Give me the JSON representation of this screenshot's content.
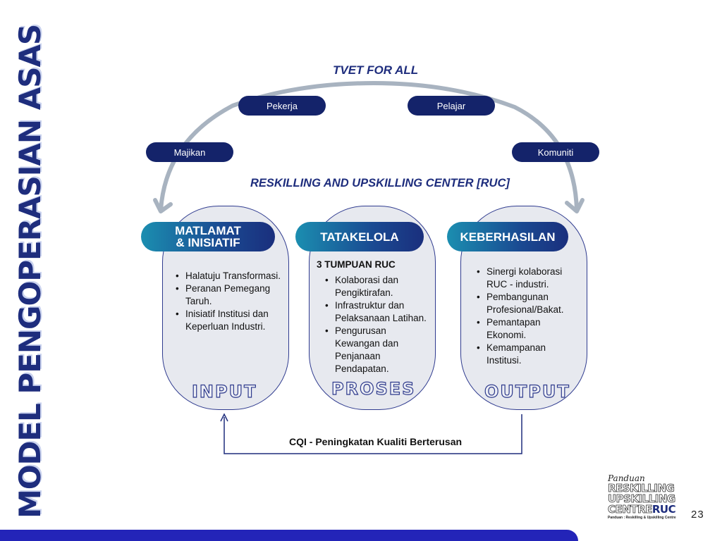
{
  "title": "MODEL PENGOPERASIAN ASAS",
  "tvet": "TVET FOR ALL",
  "stakeholders": [
    "Pekerja",
    "Pelajar",
    "Majikan",
    "Komuniti"
  ],
  "ruc_title": "RESKILLING AND UPSKILLING CENTER [RUC]",
  "columns": [
    {
      "header": [
        "MATLAMAT",
        "& INISIATIF"
      ],
      "items": [
        "Halatuju Transformasi.",
        "Peranan Pemegang Taruh.",
        "Inisiatif Institusi dan Keperluan Industri."
      ],
      "label": "INPUT"
    },
    {
      "header": [
        "TATAKELOLA"
      ],
      "subtitle": "3 TUMPUAN RUC",
      "items": [
        "Kolaborasi dan Pengiktirafan.",
        "Infrastruktur dan Pelaksanaan Latihan.",
        "Pengurusan Kewangan dan Penjanaan Pendapatan."
      ],
      "label": "PROSES"
    },
    {
      "header": [
        "KEBERHASILAN"
      ],
      "items": [
        "Sinergi kolaborasi RUC - industri.",
        "Pembangunan Profesional/Bakat.",
        "Pemantapan Ekonomi.",
        "Kemampanan Institusi."
      ],
      "label": "OUTPUT"
    }
  ],
  "cqi": "CQI - Peningkatan Kualiti Berterusan",
  "logo": {
    "script": "Panduan",
    "line1": "RESKILLING",
    "line2": "UPSKILLING",
    "line3a": "CENTRE",
    "line3b": "RUC",
    "tag": "Panduan : Reskilling & Upskilling Centre"
  },
  "page_number": "23",
  "colors": {
    "navy": "#14236a",
    "accent_teal": "#1b8eb0",
    "arrow_grey": "#a8b3c0",
    "footer_blue": "#2324b8"
  }
}
